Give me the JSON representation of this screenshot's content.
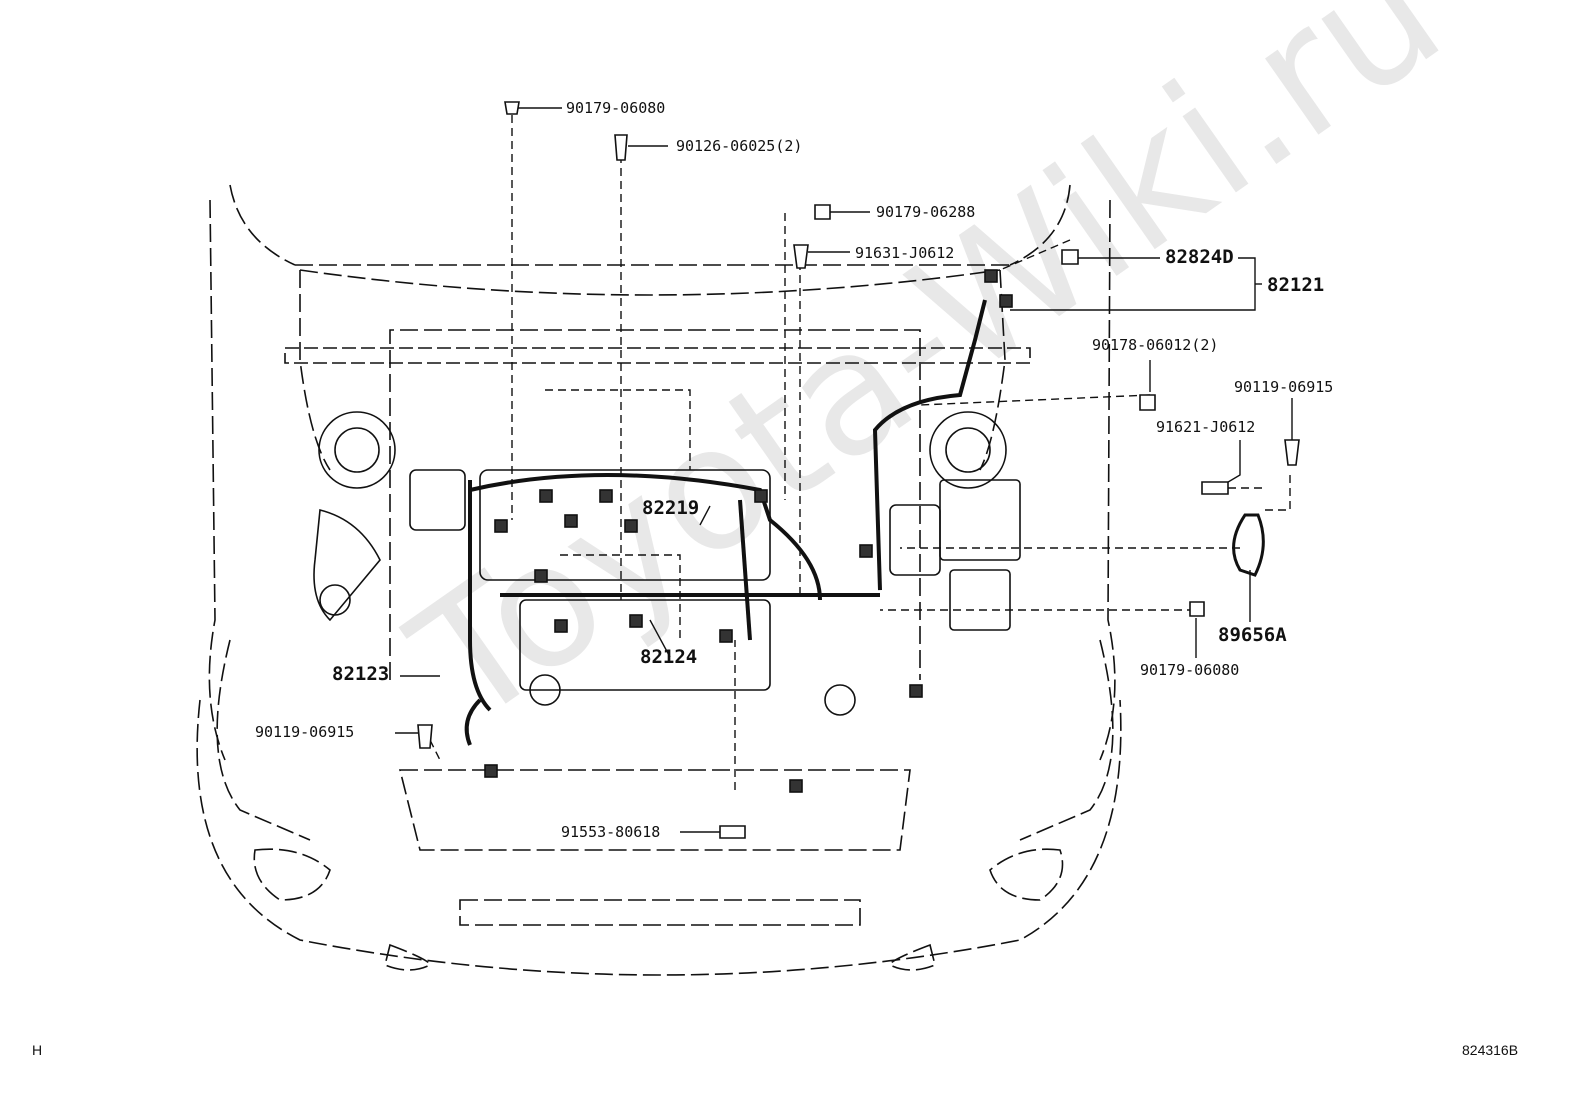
{
  "watermark": "Toyota-Wiki.ru",
  "callouts": {
    "p1": "90179-06080",
    "p2": "90126-06025(2)",
    "p3": "90179-06288",
    "p4": "91631-J0612",
    "p5": "82824D",
    "p6": "82121",
    "p7": "90178-06012(2)",
    "p8": "90119-06915",
    "p9": "91621-J0612",
    "p10": "82219",
    "p11": "89656A",
    "p12": "90179-06080",
    "p13": "82124",
    "p14": "82123",
    "p15": "90119-06915",
    "p16": "91553-80618"
  },
  "footer": {
    "left": "H",
    "right": "824316B"
  }
}
